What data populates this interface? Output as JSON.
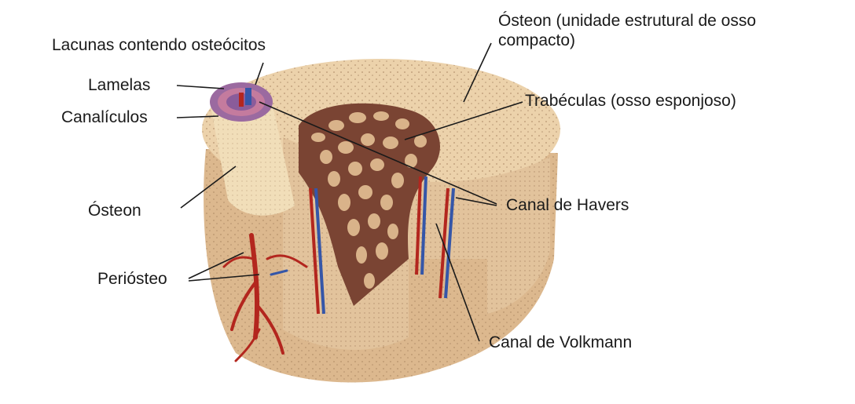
{
  "labels": {
    "lacunas": "Lacunas contendo osteócitos",
    "lamelas": "Lamelas",
    "canaliculos": "Canalículos",
    "osteon": "Ósteon",
    "periosteo": "Periósteo",
    "osteon_unit_line1": "Ósteon (unidade estrutural de osso",
    "osteon_unit_line2": "compacto)",
    "trabeculas": "Trabéculas (osso esponjoso)",
    "canal_havers": "Canal de Havers",
    "canal_volkmann": "Canal de Volkmann"
  },
  "colors": {
    "bone_outer": "#e3c49b",
    "bone_light": "#f3dfbf",
    "bone_dark": "#c9a176",
    "spongy": "#6b3a2a",
    "vessel_red": "#b3261e",
    "vessel_blue": "#3556a8",
    "leader": "#1a1a1a"
  }
}
